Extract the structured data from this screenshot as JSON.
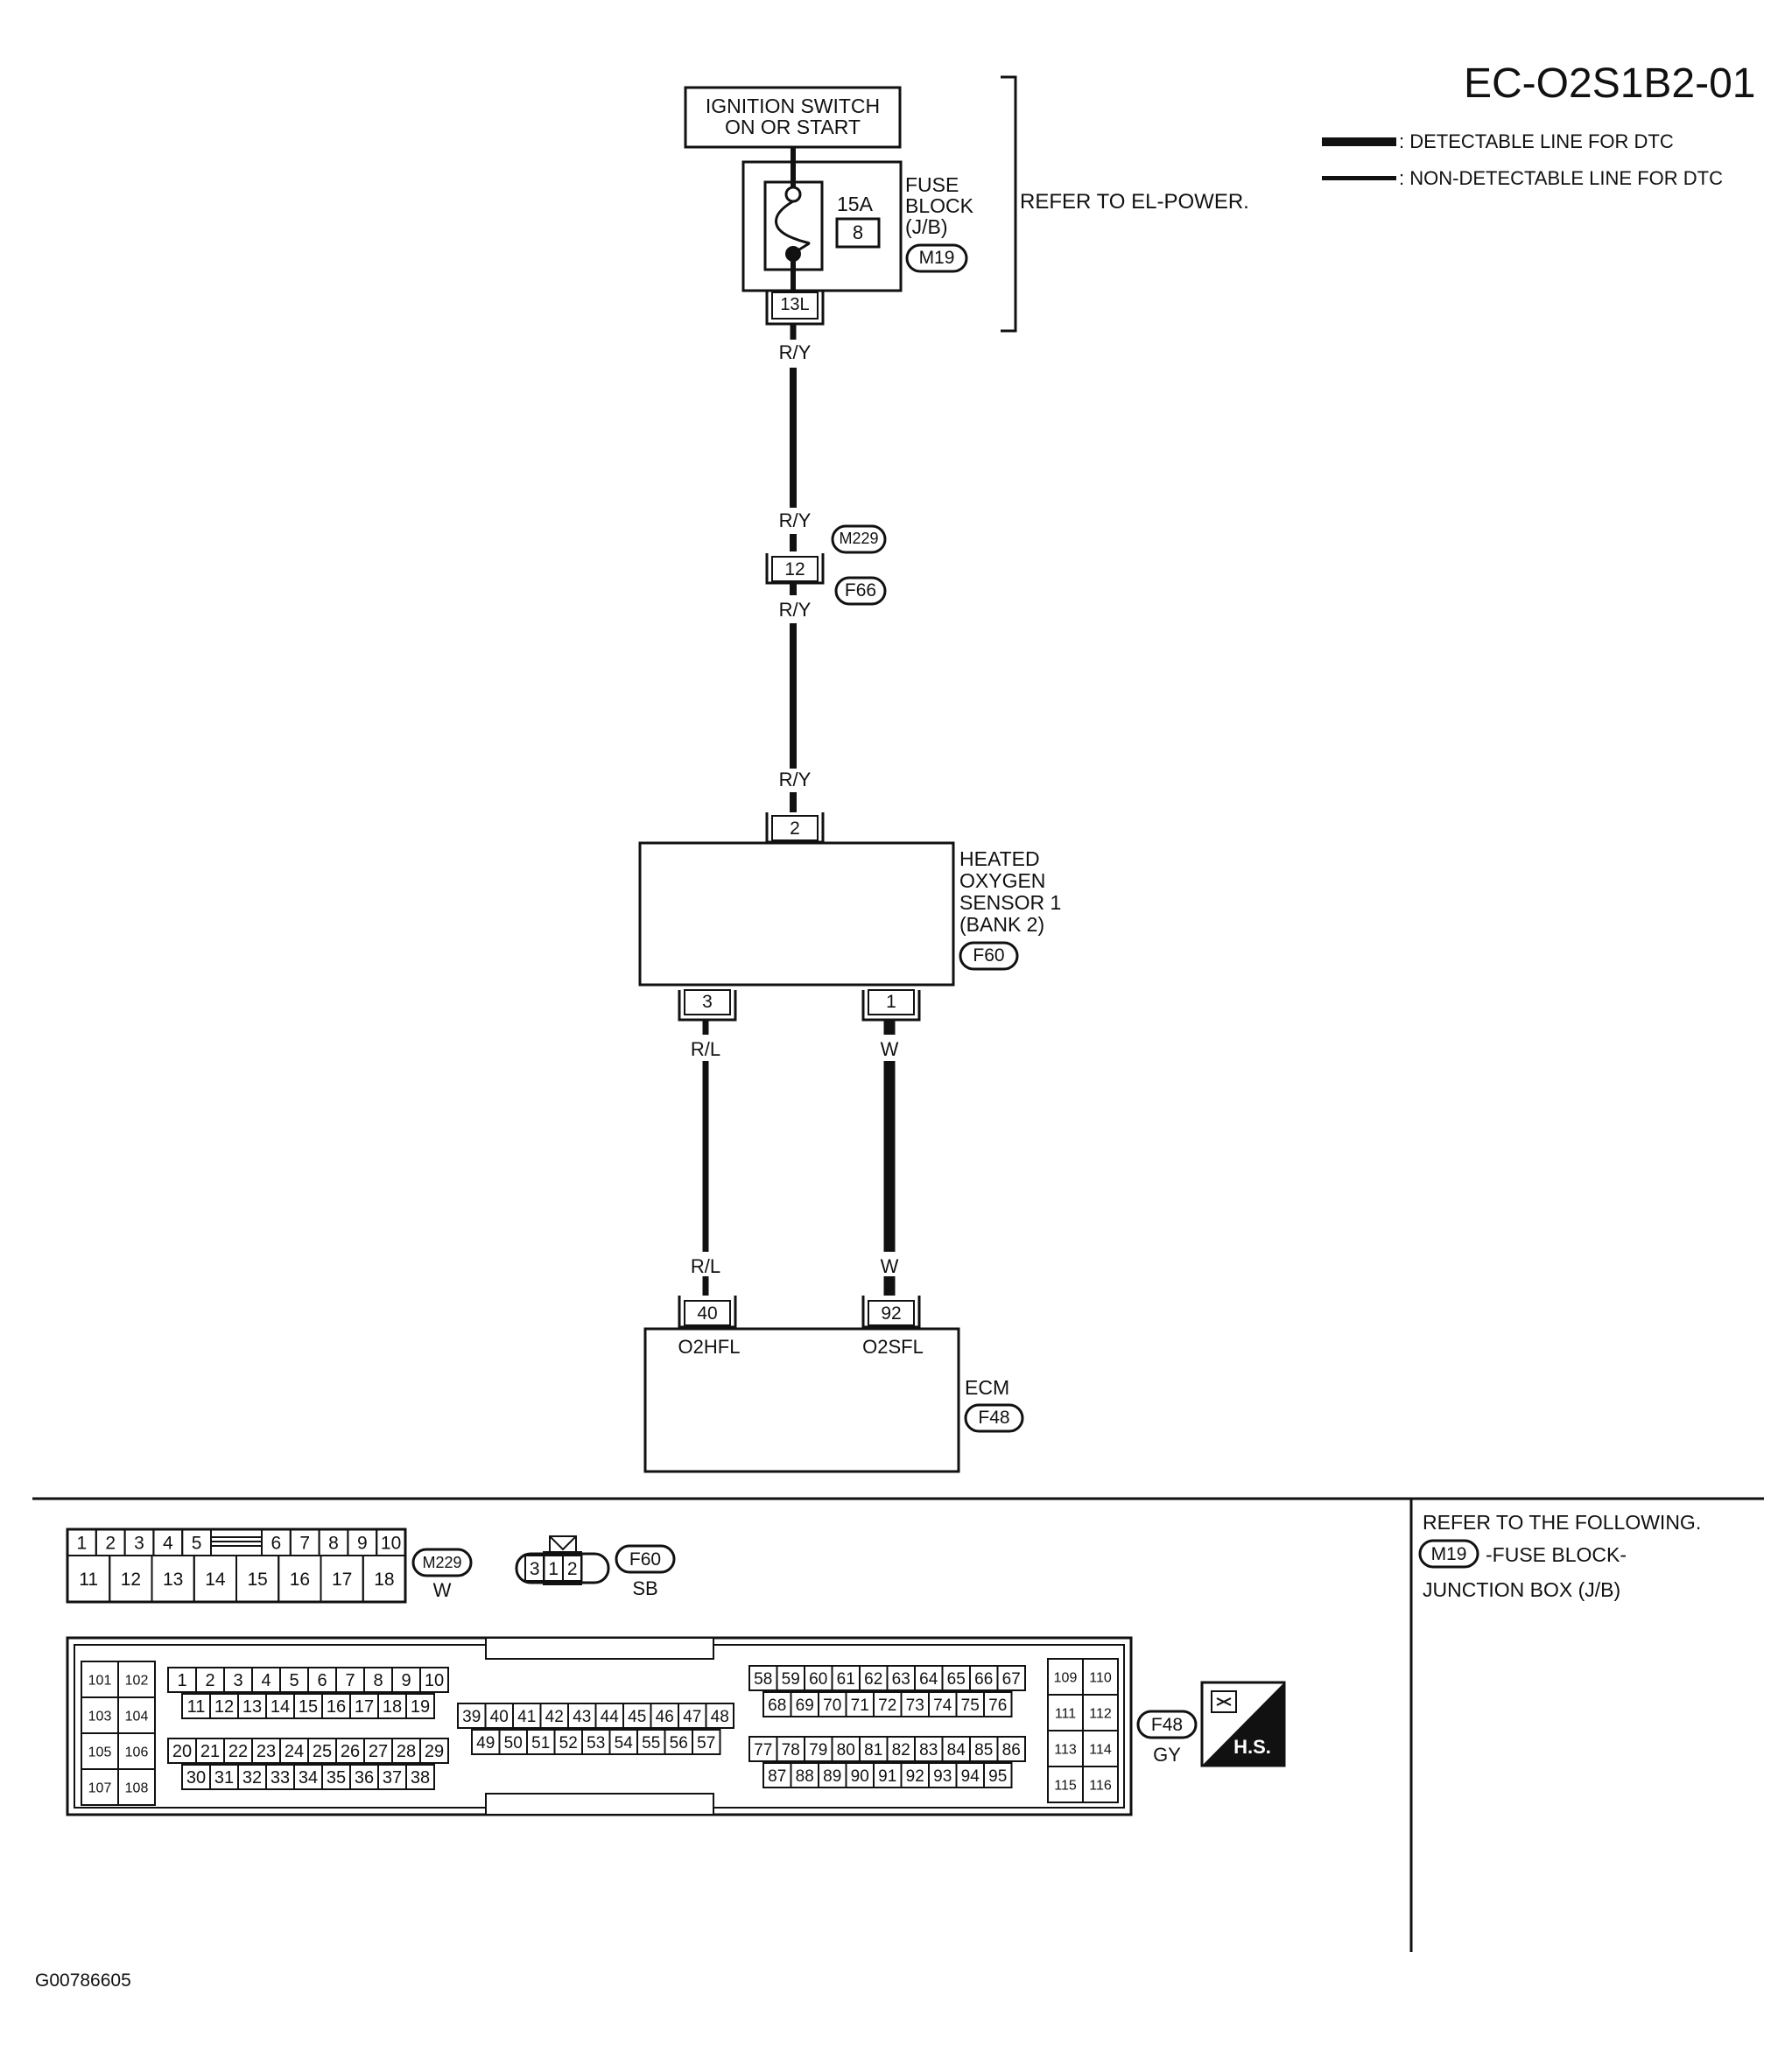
{
  "diagram_id": "EC-O2S1B2-01",
  "legend": {
    "detectable": ": DETECTABLE LINE FOR DTC",
    "non_detectable": ": NON-DETECTABLE LINE FOR DTC"
  },
  "ignition_switch": {
    "line1": "IGNITION SWITCH",
    "line2": "ON OR START"
  },
  "fuse_block": {
    "line1": "FUSE",
    "line2": "BLOCK",
    "line3": "(J/B)",
    "connector": "M19",
    "fuse_rating": "15A",
    "fuse_number": "8",
    "terminal": "13L"
  },
  "refer_power": "REFER TO EL-POWER.",
  "wire_color_ry": "R/Y",
  "joint_connector": {
    "upper": "M229",
    "lower": "F66",
    "terminal": "12"
  },
  "sensor": {
    "line1": "HEATED",
    "line2": "OXYGEN",
    "line3": "SENSOR 1",
    "line4": "(BANK 2)",
    "connector": "F60",
    "term_top": "2",
    "term_left": "3",
    "term_right": "1"
  },
  "wire_color_rl": "R/L",
  "wire_color_w": "W",
  "ecm": {
    "name": "ECM",
    "connector": "F48",
    "term_left": "40",
    "term_right": "92",
    "pin_left_label": "O2HFL",
    "pin_right_label": "O2SFL"
  },
  "connector_views": {
    "m229": {
      "id": "M229",
      "color": "W",
      "top_row_a": [
        "1",
        "2",
        "3",
        "4",
        "5"
      ],
      "top_row_b": [
        "6",
        "7",
        "8",
        "9",
        "10"
      ],
      "bottom_row": [
        "11",
        "12",
        "13",
        "14",
        "15",
        "16",
        "17",
        "18"
      ]
    },
    "f60": {
      "id": "F60",
      "color": "SB",
      "pins": [
        "3",
        "1",
        "2"
      ]
    },
    "f48": {
      "id": "F48",
      "color": "GY",
      "left_block": [
        [
          "101",
          "102"
        ],
        [
          "103",
          "104"
        ],
        [
          "105",
          "106"
        ],
        [
          "107",
          "108"
        ]
      ],
      "row1": [
        "1",
        "2",
        "3",
        "4",
        "5",
        "6",
        "7",
        "8",
        "9",
        "10"
      ],
      "row2": [
        "11",
        "12",
        "13",
        "14",
        "15",
        "16",
        "17",
        "18",
        "19"
      ],
      "row3": [
        "20",
        "21",
        "22",
        "23",
        "24",
        "25",
        "26",
        "27",
        "28",
        "29"
      ],
      "row4": [
        "30",
        "31",
        "32",
        "33",
        "34",
        "35",
        "36",
        "37",
        "38"
      ],
      "mid_row1": [
        "39",
        "40",
        "41",
        "42",
        "43",
        "44",
        "45",
        "46",
        "47",
        "48"
      ],
      "mid_row2": [
        "49",
        "50",
        "51",
        "52",
        "53",
        "54",
        "55",
        "56",
        "57"
      ],
      "right_row1": [
        "58",
        "59",
        "60",
        "61",
        "62",
        "63",
        "64",
        "65",
        "66",
        "67"
      ],
      "right_row2": [
        "68",
        "69",
        "70",
        "71",
        "72",
        "73",
        "74",
        "75",
        "76"
      ],
      "right_row3": [
        "77",
        "78",
        "79",
        "80",
        "81",
        "82",
        "83",
        "84",
        "85",
        "86"
      ],
      "right_row4": [
        "87",
        "88",
        "89",
        "90",
        "91",
        "92",
        "93",
        "94",
        "95"
      ],
      "right_block": [
        [
          "109",
          "110"
        ],
        [
          "111",
          "112"
        ],
        [
          "113",
          "114"
        ],
        [
          "115",
          "116"
        ]
      ]
    }
  },
  "hs_badge": "H.S.",
  "refer_following": {
    "title": "REFER TO THE FOLLOWING.",
    "connector": "M19",
    "line1": "-FUSE BLOCK-",
    "line2": "JUNCTION BOX (J/B)"
  },
  "footer_code": "G00786605"
}
